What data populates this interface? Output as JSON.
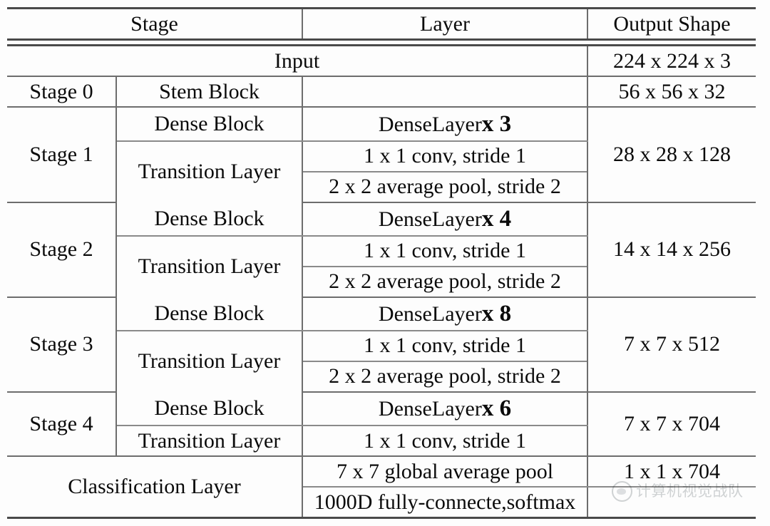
{
  "table": {
    "headers": {
      "stage": "Stage",
      "layer": "Layer",
      "output_shape": "Output Shape"
    },
    "rows": {
      "input": {
        "label": "Input",
        "shape": "224 x 224 x 3"
      },
      "stage0": {
        "stage": "Stage 0",
        "block": "Stem Block",
        "layer": "",
        "shape": "56 x 56 x 32"
      },
      "stage1": {
        "stage": "Stage 1",
        "dense_block": "Dense Block",
        "dense_layer_text": "DenseLayer",
        "dense_layer_mult": "x 3",
        "transition_layer": "Transition Layer",
        "conv": "1 x 1 conv, stride 1",
        "pool": "2 x 2 average pool, stride 2",
        "shape": "28 x 28 x 128"
      },
      "stage2": {
        "stage": "Stage 2",
        "dense_block": "Dense Block",
        "dense_layer_text": "DenseLayer",
        "dense_layer_mult": "x 4",
        "transition_layer": "Transition Layer",
        "conv": "1 x 1 conv, stride 1",
        "pool": "2 x 2 average pool, stride 2",
        "shape": "14 x 14 x 256"
      },
      "stage3": {
        "stage": "Stage 3",
        "dense_block": "Dense Block",
        "dense_layer_text": "DenseLayer",
        "dense_layer_mult": "x 8",
        "transition_layer": "Transition Layer",
        "conv": "1 x 1 conv, stride 1",
        "pool": "2 x 2 average pool, stride 2",
        "shape": "7 x 7 x 512"
      },
      "stage4": {
        "stage": "Stage 4",
        "dense_block": "Dense Block",
        "dense_layer_text": "DenseLayer",
        "dense_layer_mult": "x 6",
        "transition_layer": "Transition Layer",
        "conv": "1 x 1 conv, stride 1",
        "shape": "7 x 7 x 704"
      },
      "classification": {
        "label": "Classification Layer",
        "pool": "7 x 7 global average pool",
        "fc": "1000D fully-connecte,softmax",
        "shape": "1 x 1 x 704",
        "shape_second": ""
      }
    }
  },
  "watermark": {
    "text": "计算机视觉战队",
    "logo": "circle-logo-icon"
  }
}
